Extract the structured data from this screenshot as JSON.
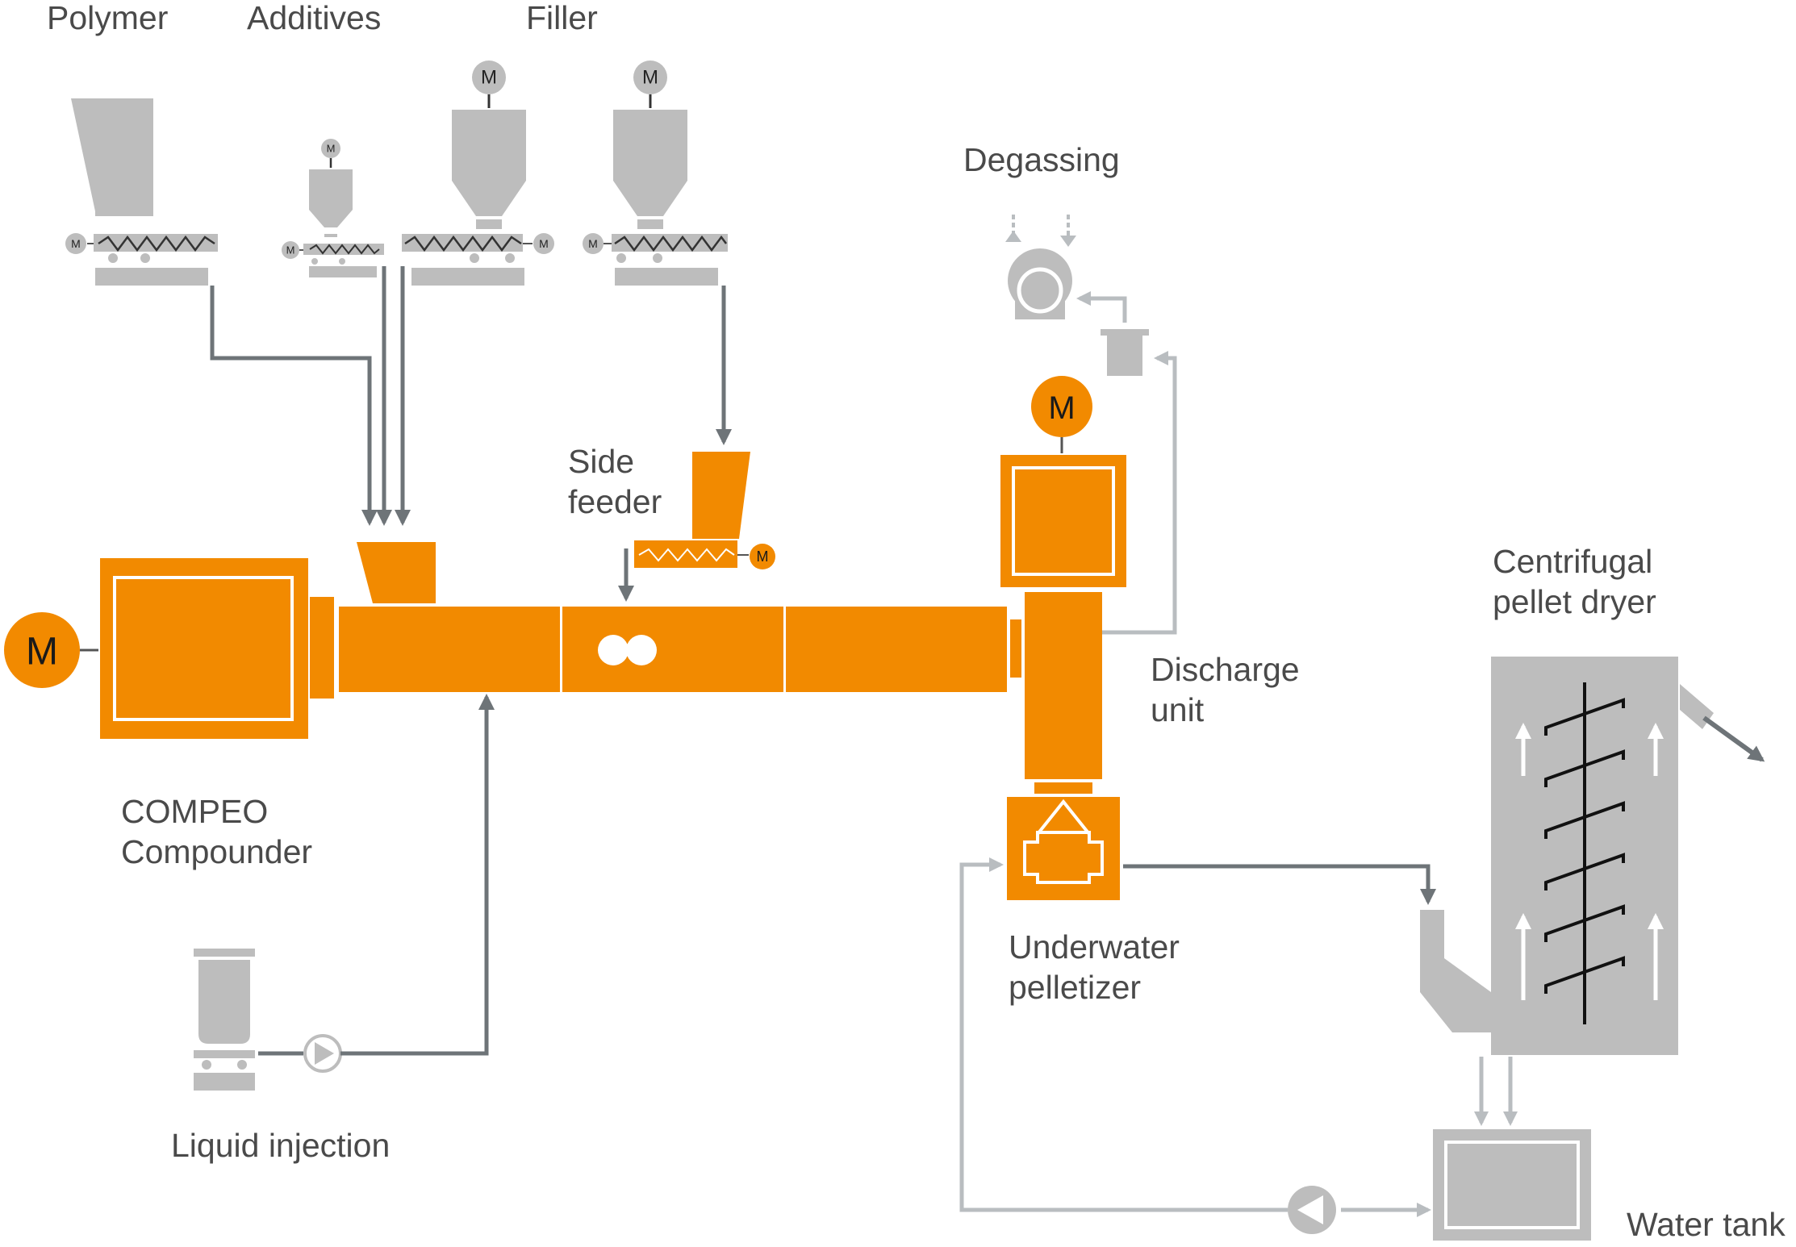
{
  "labels": {
    "polymer": "Polymer",
    "additives": "Additives",
    "filler": "Filler",
    "degassing": "Degassing",
    "side_feeder_1": "Side",
    "side_feeder_2": "feeder",
    "compeo_1": "COMPEO",
    "compeo_2": "Compounder",
    "discharge_1": "Discharge",
    "discharge_2": "unit",
    "dryer_1": "Centrifugal",
    "dryer_2": "pellet dryer",
    "underwater_1": "Underwater",
    "underwater_2": "pelletizer",
    "liquid_injection": "Liquid injection",
    "water_tank": "Water tank"
  },
  "motor_symbol": "M",
  "colors": {
    "orange": "#F28A00",
    "gray": "#BDBDBD",
    "dark_line": "#6E7478",
    "light_line": "#B9BDC0",
    "text": "#4a4a4a"
  }
}
